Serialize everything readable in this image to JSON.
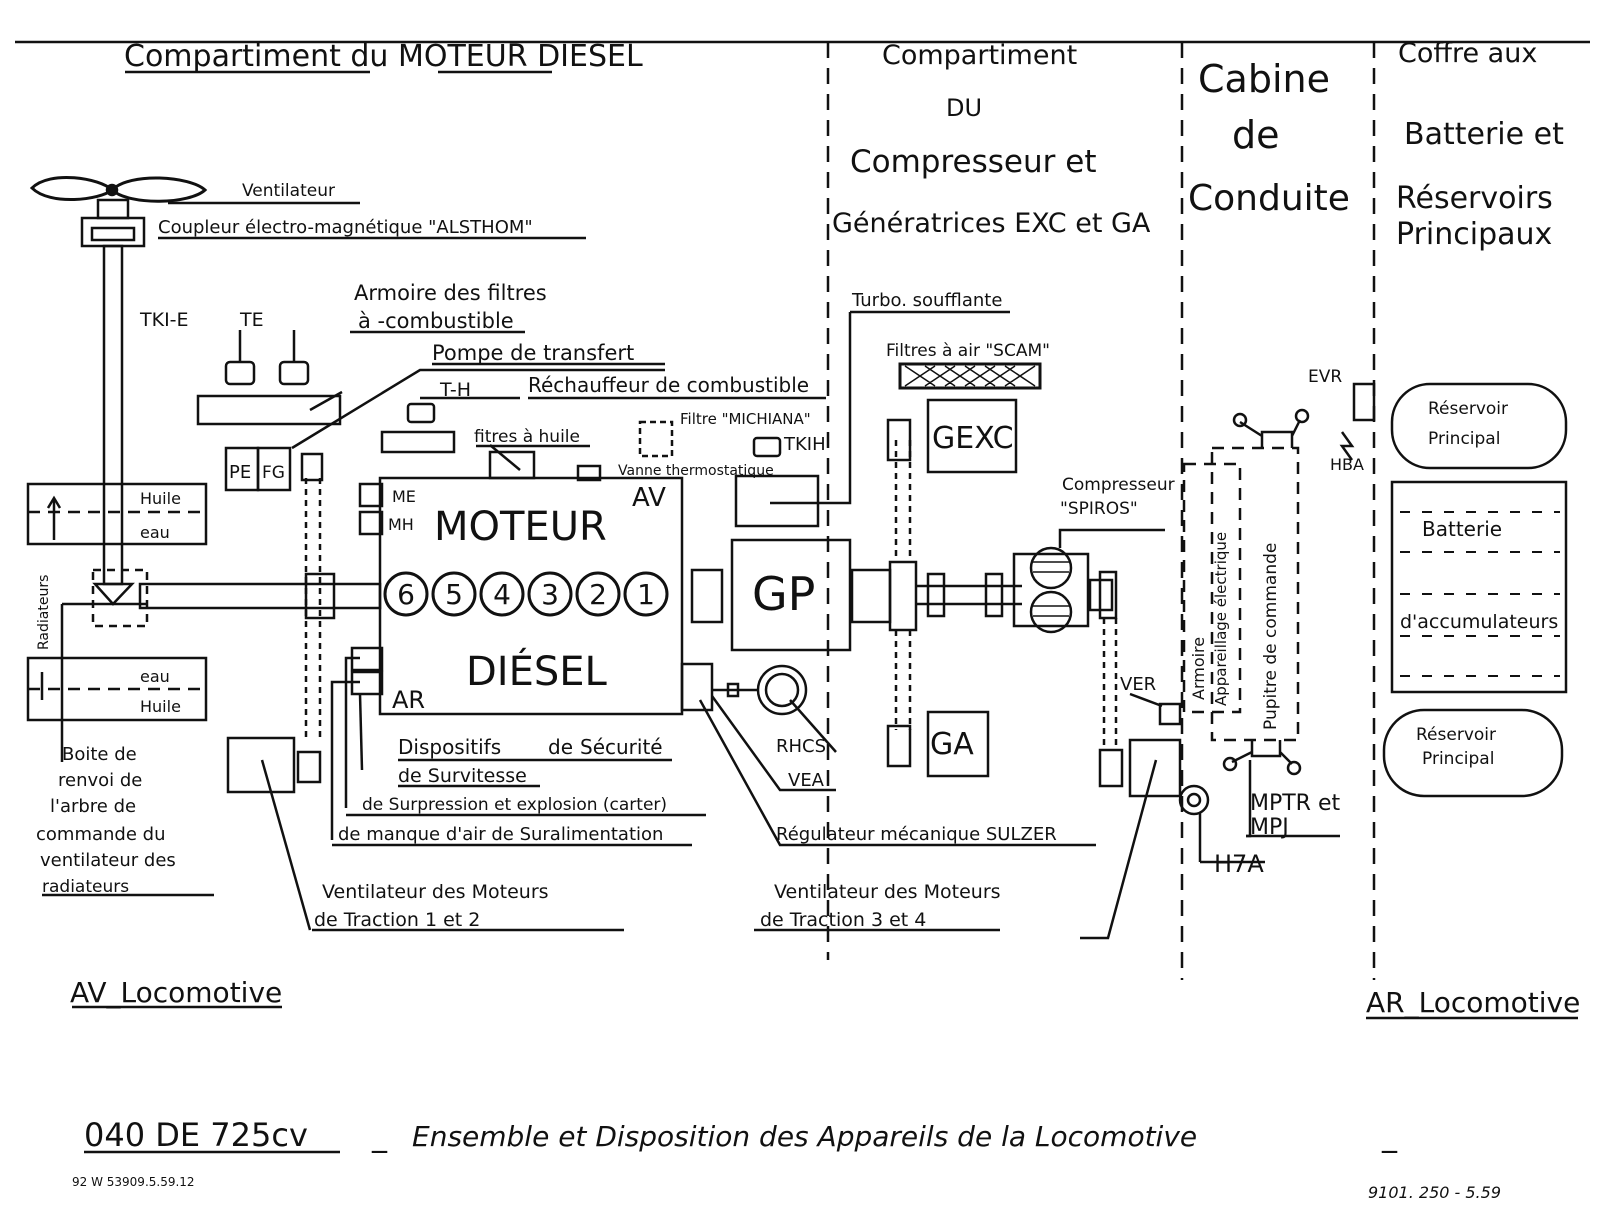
{
  "sections": {
    "diesel": "Compartiment du MOTEUR DIESEL",
    "compressor": [
      "Compartiment",
      "DU",
      "Compresseur et",
      "Génératrices EXC et GA"
    ],
    "cab": [
      "Cabine",
      "de",
      "Conduite"
    ],
    "battery": [
      "Coffre aux",
      "Batterie et",
      "Réservoirs",
      "Principaux"
    ]
  },
  "labels": {
    "ventilateur": "Ventilateur",
    "coupleur": "Coupleur électro-magnétique \"ALSTHOM\"",
    "armoire_filtres": [
      "Armoire des filtres",
      "à -combustible"
    ],
    "tkie": "TKI-E",
    "te": "TE",
    "pompe": "Pompe de transfert",
    "th": "T-H",
    "rechauffeur": "Réchauffeur de combustible",
    "filtres_huile": "fitres à huile",
    "filtre_michiana": "Filtre \"MICHIANA\"",
    "tkih": "TKIH",
    "vanne": "Vanne thermostatique",
    "pe": "PE",
    "fg": "FG",
    "huile1": "Huile",
    "eau1": "eau",
    "eau2": "eau",
    "huile2": "Huile",
    "radiateurs": "Radiateurs",
    "me": "ME",
    "mh": "MH",
    "av_engine": "AV",
    "ar_engine": "AR",
    "moteur": "MOTEUR",
    "diesel_word": "DIÉSEL",
    "cylinders": [
      "6",
      "5",
      "4",
      "3",
      "2",
      "1"
    ],
    "gp": "GP",
    "turbo": "Turbo. soufflante",
    "filtres_air": "Filtres à air \"SCAM\"",
    "gexc": "GEXC",
    "ga": "GA",
    "compresseur": [
      "Compresseur",
      "\"SPIROS\""
    ],
    "evr": "EVR",
    "hba": "HBA",
    "armoire_app": [
      "Armoire",
      "Appareillage électrique"
    ],
    "pupitre": "Pupitre de commande",
    "reservoir1": [
      "Réservoir",
      "Principal"
    ],
    "batterie": "Batterie",
    "accumulateurs": "d'accumulateurs",
    "reservoir2": [
      "Réservoir",
      "Principal"
    ],
    "ver": "VER",
    "rhcs": "RHCS",
    "vea": "VEA",
    "mptr": [
      "MPTR et",
      "MPJ"
    ],
    "h7a": "H7A",
    "boite": [
      "Boite de",
      "renvoi de",
      "l'arbre de",
      "commande du",
      "ventilateur des",
      "radiateurs"
    ],
    "dispositifs": [
      "Dispositifs",
      "de",
      "Sécurité"
    ],
    "survitesse": "de Survitesse",
    "surpression": "de Surpression et explosion (carter)",
    "manque": "de manque d'air de Suralimentation",
    "regulateur": "Régulateur mécanique SULZER",
    "vent12": [
      "Ventilateur des Moteurs",
      "de Traction 1 et 2"
    ],
    "vent34": [
      "Ventilateur des Moteurs",
      "de Traction 3 et 4"
    ],
    "av_loco": "AV_Locomotive",
    "ar_loco": "AR_Locomotive"
  },
  "footer": {
    "title_left": "040 DE 725cv",
    "title_dash1": "_",
    "title_main": "Ensemble et Disposition des Appareils de la Locomotive",
    "title_dash2": "_",
    "ref_left": "92 W 53909.5.59.12",
    "ref_right": "9101. 250 - 5.59"
  }
}
